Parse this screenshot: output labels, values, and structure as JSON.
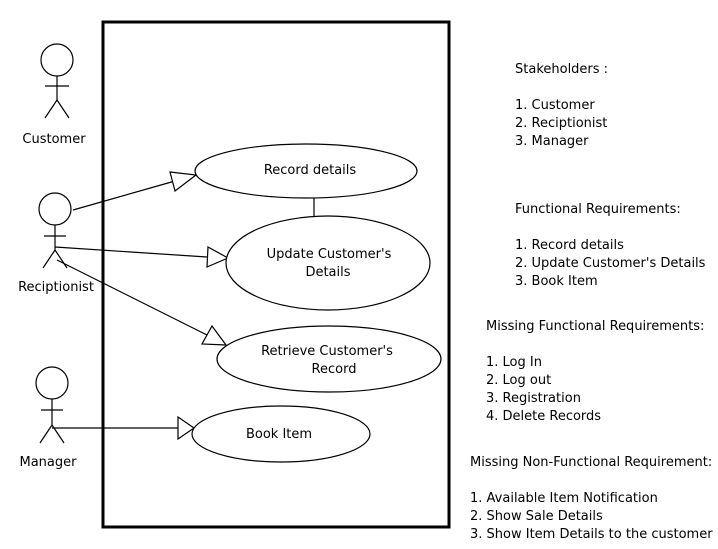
{
  "actors": {
    "customer": "Customer",
    "receptionist": "Reciptionist",
    "manager": "Manager"
  },
  "use_cases": {
    "record_details": "Record details",
    "update_customer_details": [
      "Update Customer's",
      "Details"
    ],
    "retrieve_customer_record": [
      "Retrieve Customer's",
      "Record"
    ],
    "book_item": "Book Item"
  },
  "notes": {
    "stakeholders": {
      "heading": "Stakeholders :",
      "items": [
        "1. Customer",
        "2. Reciptionist",
        "3. Manager"
      ]
    },
    "functional": {
      "heading": "Functional Requirements:",
      "items": [
        "1. Record details",
        "2. Update Customer's Details",
        "3. Book Item"
      ]
    },
    "missing_functional": {
      "heading": "Missing Functional Requirements:",
      "items": [
        "1. Log In",
        "2. Log out",
        "3. Registration",
        "4. Delete Records"
      ]
    },
    "missing_non_functional": {
      "heading": "Missing Non-Functional Requirement:",
      "items": [
        "1. Available Item Notification",
        "2. Show Sale Details",
        "3. Show Item Details to the customer"
      ]
    }
  }
}
